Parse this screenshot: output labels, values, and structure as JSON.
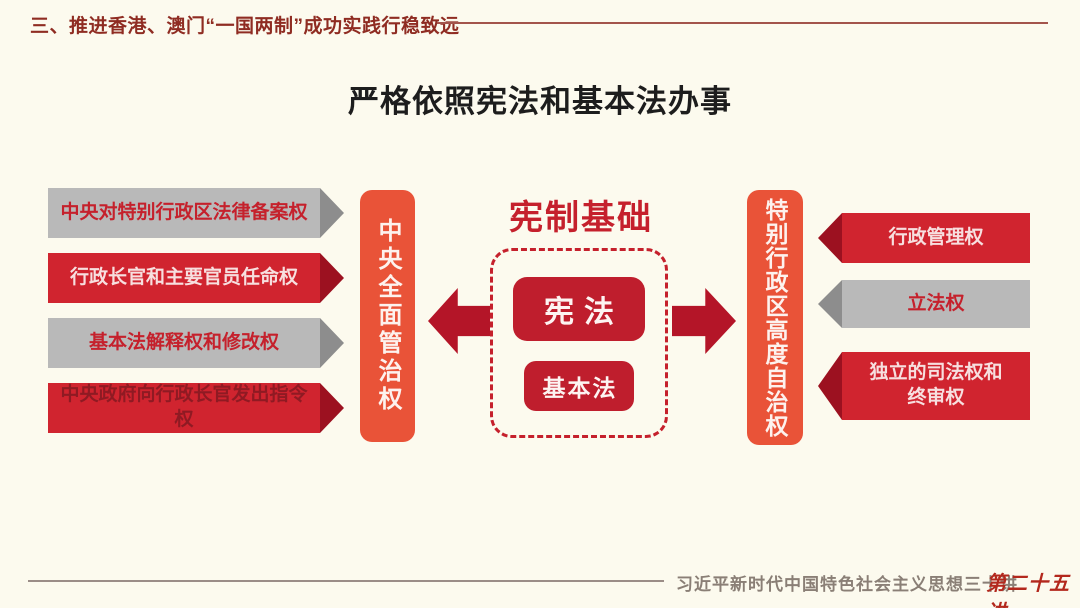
{
  "palette": {
    "background": "#fcfaee",
    "header_red": "#8f2c22",
    "header_line": "#a3544b",
    "title_black": "#1d1d1d",
    "crimson_box": "#bf1e2d",
    "bright_red_item": "#d0242f",
    "dark_red_tip": "#9c1120",
    "gray_item": "#b9b9b9",
    "gray_tip": "#8d8d8d",
    "orange_red_bar": "#e95338",
    "arrow_red": "#b41528",
    "accent_red_text": "#c5212c",
    "footer_gray": "#8a7f76",
    "footer_number_red": "#b3281d"
  },
  "header": {
    "section_title": "三、推进香港、澳门“一国两制”成功实践行稳致远"
  },
  "main": {
    "title": "严格依照宪法和基本法办事"
  },
  "center": {
    "heading": "宪制基础",
    "constitution_label": "宪法",
    "basic_law_label": "基本法"
  },
  "left_panel": {
    "bar_label": "中央全面管治权",
    "items": [
      {
        "label": "中央对特别行政区法律备案权",
        "variant": "gray",
        "text_class": "txt-red"
      },
      {
        "label": "行政长官和主要官员任命权",
        "variant": "red",
        "text_class": "txt-light"
      },
      {
        "label": "基本法解释权和修改权",
        "variant": "gray",
        "text_class": "txt-red"
      },
      {
        "label": "中央政府向行政长官发出指令权",
        "variant": "red",
        "text_class": "txt-dark"
      }
    ]
  },
  "right_panel": {
    "bar_label": "特别行政区高度自治权",
    "items": [
      {
        "label": "行政管理权",
        "variant": "red",
        "text_class": "txt-light"
      },
      {
        "label": "立法权",
        "variant": "gray",
        "text_class": "txt-red"
      },
      {
        "label": "独立的司法权和终审权",
        "variant": "red",
        "text_class": "txt-light"
      }
    ]
  },
  "footer": {
    "series_title": "习近平新时代中国特色社会主义思想三十讲",
    "lecture_number": "第二十五讲"
  }
}
